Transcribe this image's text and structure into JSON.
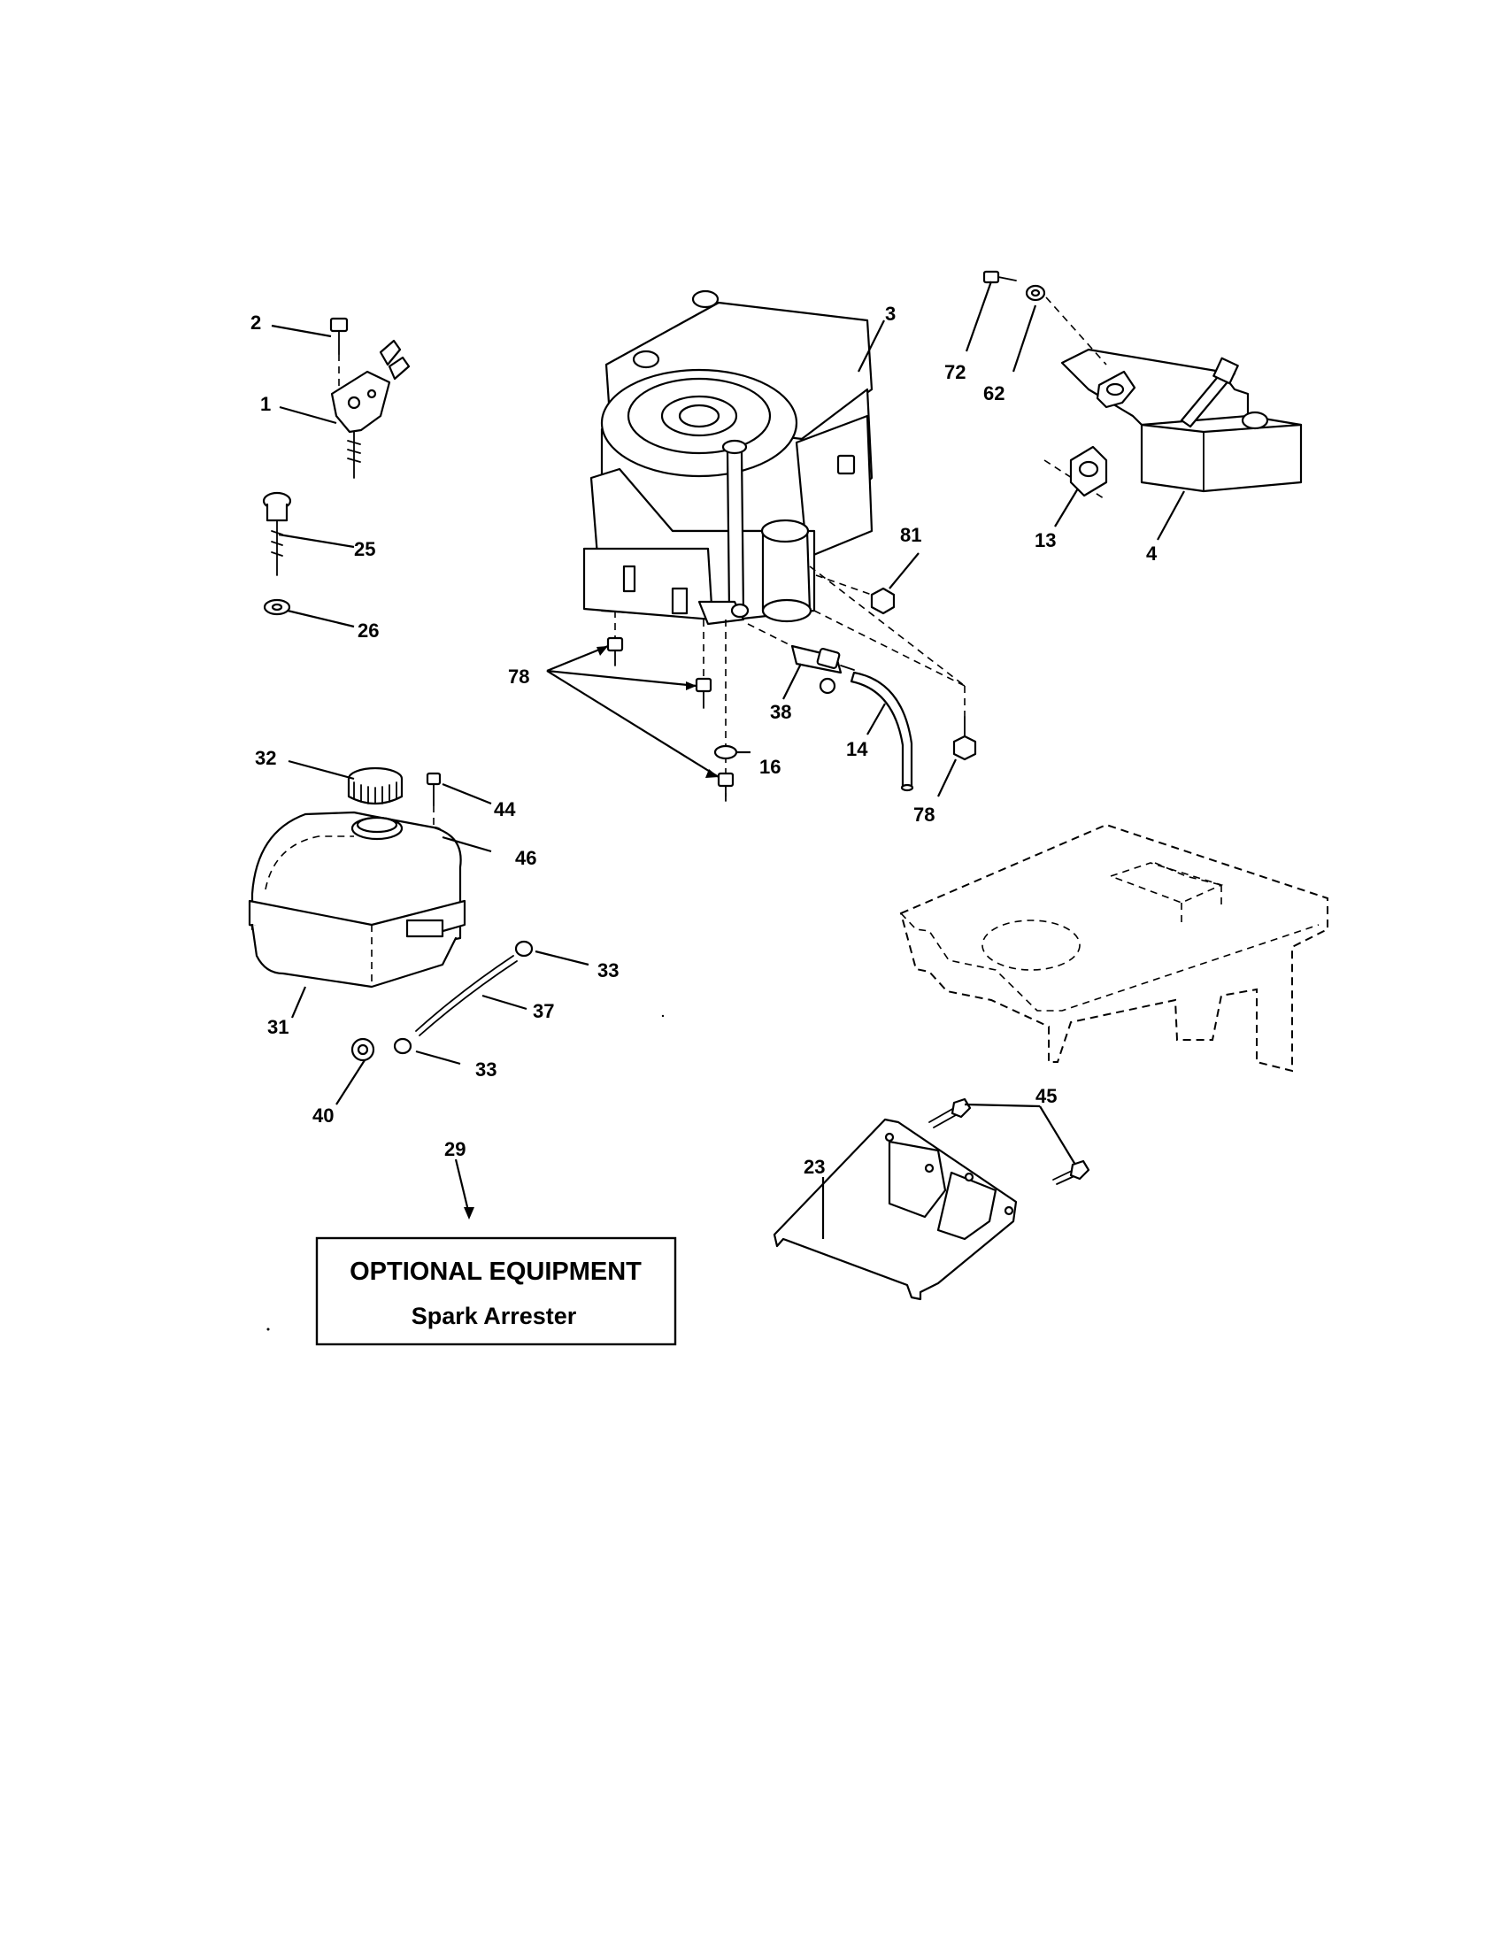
{
  "callouts": {
    "c1": "1",
    "c2": "2",
    "c3": "3",
    "c4": "4",
    "c13": "13",
    "c14": "14",
    "c16": "16",
    "c23": "23",
    "c25": "25",
    "c26": "26",
    "c29": "29",
    "c31": "31",
    "c32": "32",
    "c33a": "33",
    "c33b": "33",
    "c37": "37",
    "c38": "38",
    "c40": "40",
    "c44": "44",
    "c45": "45",
    "c46": "46",
    "c62": "62",
    "c72": "72",
    "c78a": "78",
    "c78b": "78",
    "c81": "81"
  },
  "note": {
    "title": "OPTIONAL EQUIPMENT",
    "subtitle": "Spark Arrester"
  }
}
